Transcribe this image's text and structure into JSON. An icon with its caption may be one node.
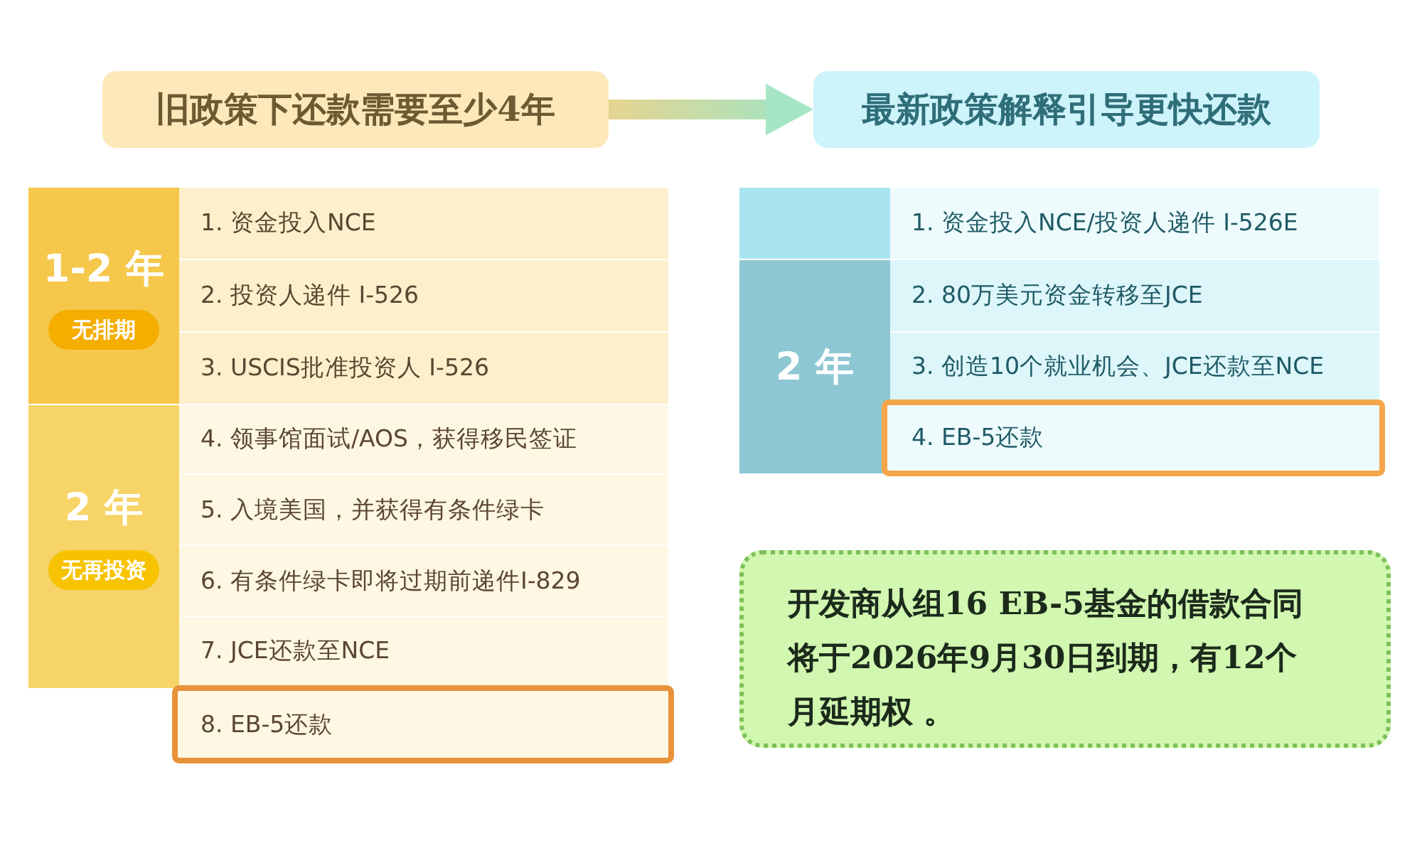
{
  "diagram": {
    "nodes": [
      {
        "text": [
          "旧政策下还款需要至少4年"
        ]
      },
      {
        "text": [
          "最新政策解释引导更快还款"
        ]
      },
      {
        "text": [
          "1-2 年"
        ]
      },
      {
        "text": [
          "无排期"
        ],
        "in": 2
      },
      {
        "text": [
          "1. 资金投入NCE"
        ]
      },
      {
        "text": [
          "2. 投资人递件 I-526"
        ]
      },
      {
        "text": [
          "3. USCIS批准投资人 I-526"
        ]
      },
      {
        "text": [
          "2 年"
        ]
      },
      {
        "text": [
          "无再投资"
        ],
        "in": 7
      },
      {
        "text": [
          "4. 领事馆面试/AOS，获得移民签证"
        ]
      },
      {
        "text": [
          "5. 入境美国，并获得有条件绿卡"
        ]
      },
      {
        "text": [
          "6. 有条件绿卡即将过期前递件I-829"
        ]
      },
      {
        "text": [
          "7. JCE还款至NCE"
        ]
      },
      {
        "text": [
          "8. EB-5还款"
        ]
      },
      {
        "text": [],
        "shape": "box"
      },
      {
        "text": [
          "1. 资金投入NCE/投资人递件 I-526E"
        ]
      },
      {
        "text": [
          "2 年"
        ]
      },
      {
        "text": [
          "2. 80万美元资金转移至JCE"
        ]
      },
      {
        "text": [
          "3. 创造10个就业机会、JCE还款至NCE"
        ]
      },
      {
        "text": [
          "4. EB-5还款"
        ]
      },
      {
        "text": [
          "开发商从组16 EB-5基金的借款合同将于2026年9月30日到期，有12个月延期权 。"
        ]
      }
    ],
    "edges": [
      {
        "from": 0,
        "to": 1,
        "arrow": "to",
        "style": "thick"
      }
    ]
  }
}
